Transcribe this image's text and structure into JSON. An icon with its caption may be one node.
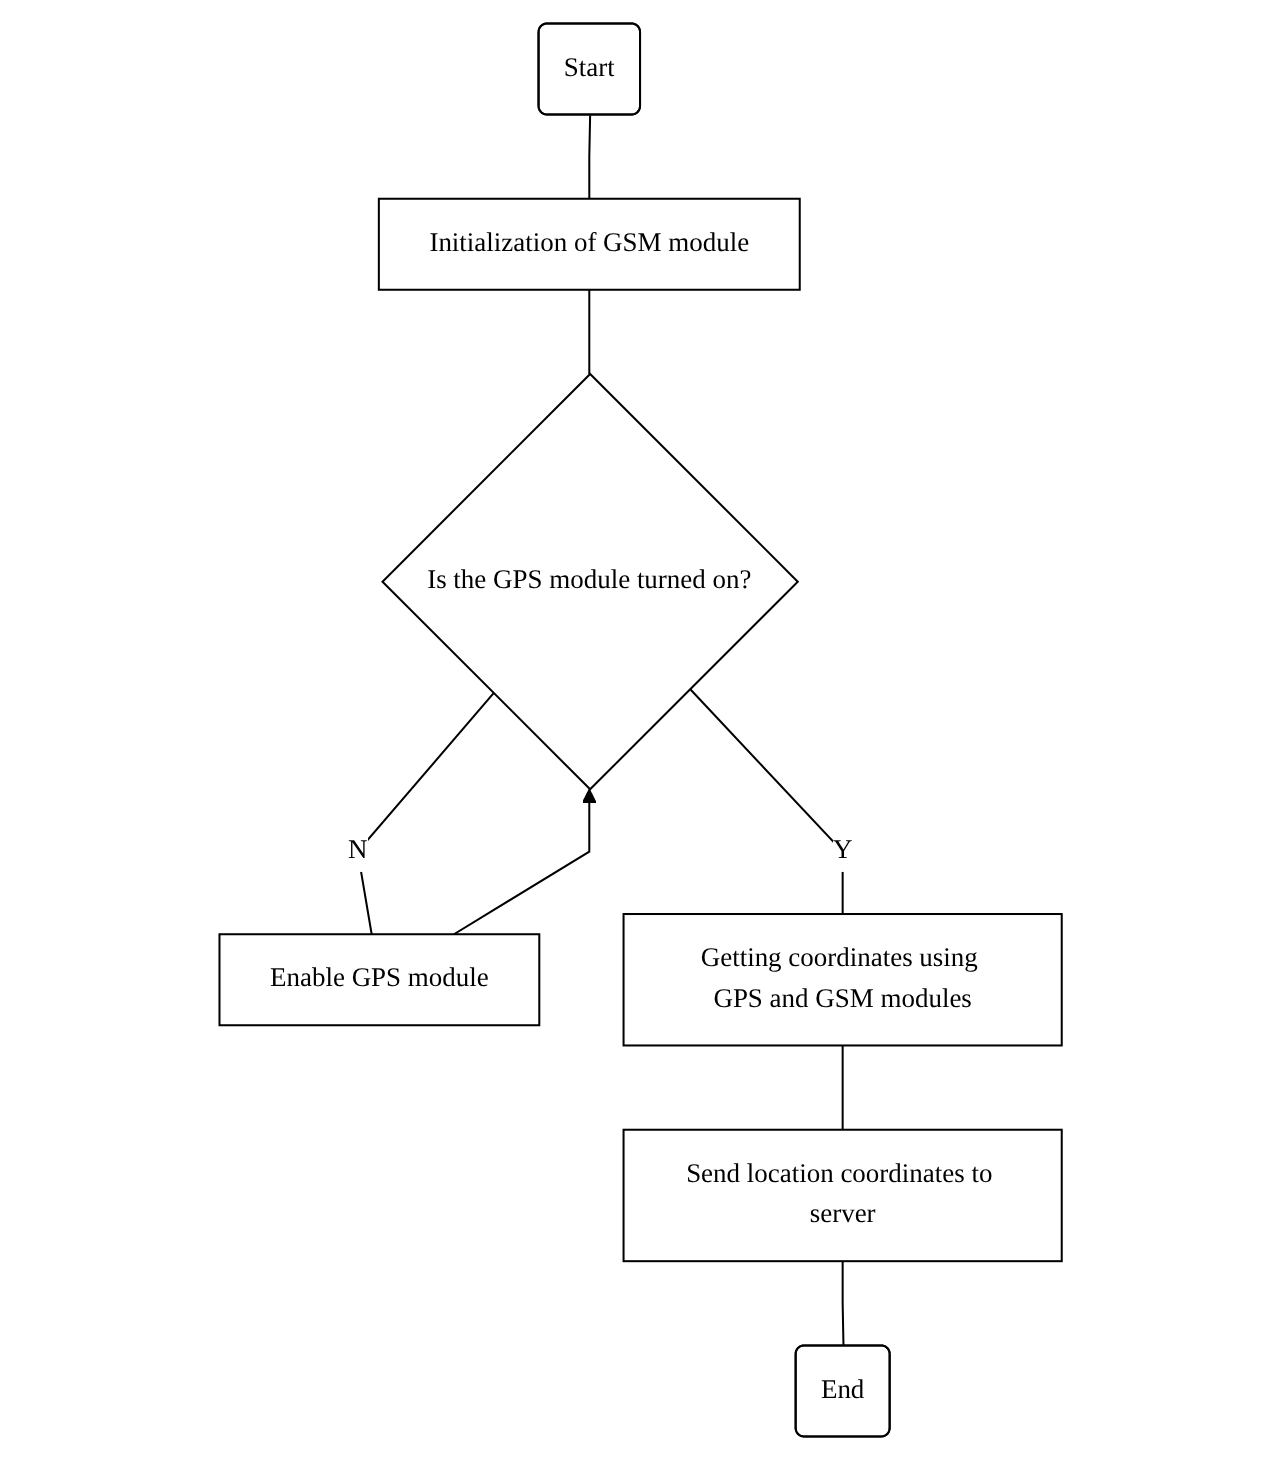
{
  "diagram": {
    "nodes": [
      {
        "text": [
          "Start"
        ]
      },
      {
        "text": [
          "Initialization of GSM module"
        ]
      },
      {
        "text": [
          "Is the GPS module turned on?"
        ]
      },
      {
        "text": [
          "Enable GPS module"
        ]
      },
      {
        "text": [
          "Getting coordinates using GPS and GSM modules"
        ]
      },
      {
        "text": [
          "Send location coordinates to server"
        ]
      },
      {
        "text": [
          "End"
        ]
      }
    ],
    "edges": [
      {
        "from": 0,
        "to": 1,
        "arrow": "none"
      },
      {
        "from": 1,
        "to": 2,
        "arrow": "none"
      },
      {
        "from": 2,
        "to": 3,
        "arrow": "none",
        "label": "N"
      },
      {
        "from": 3,
        "to": 2,
        "arrow": "to"
      },
      {
        "from": 2,
        "to": 4,
        "arrow": "none",
        "label": "Y"
      },
      {
        "from": 4,
        "to": 5,
        "arrow": "none"
      },
      {
        "from": 5,
        "to": 6,
        "arrow": "none"
      }
    ]
  }
}
